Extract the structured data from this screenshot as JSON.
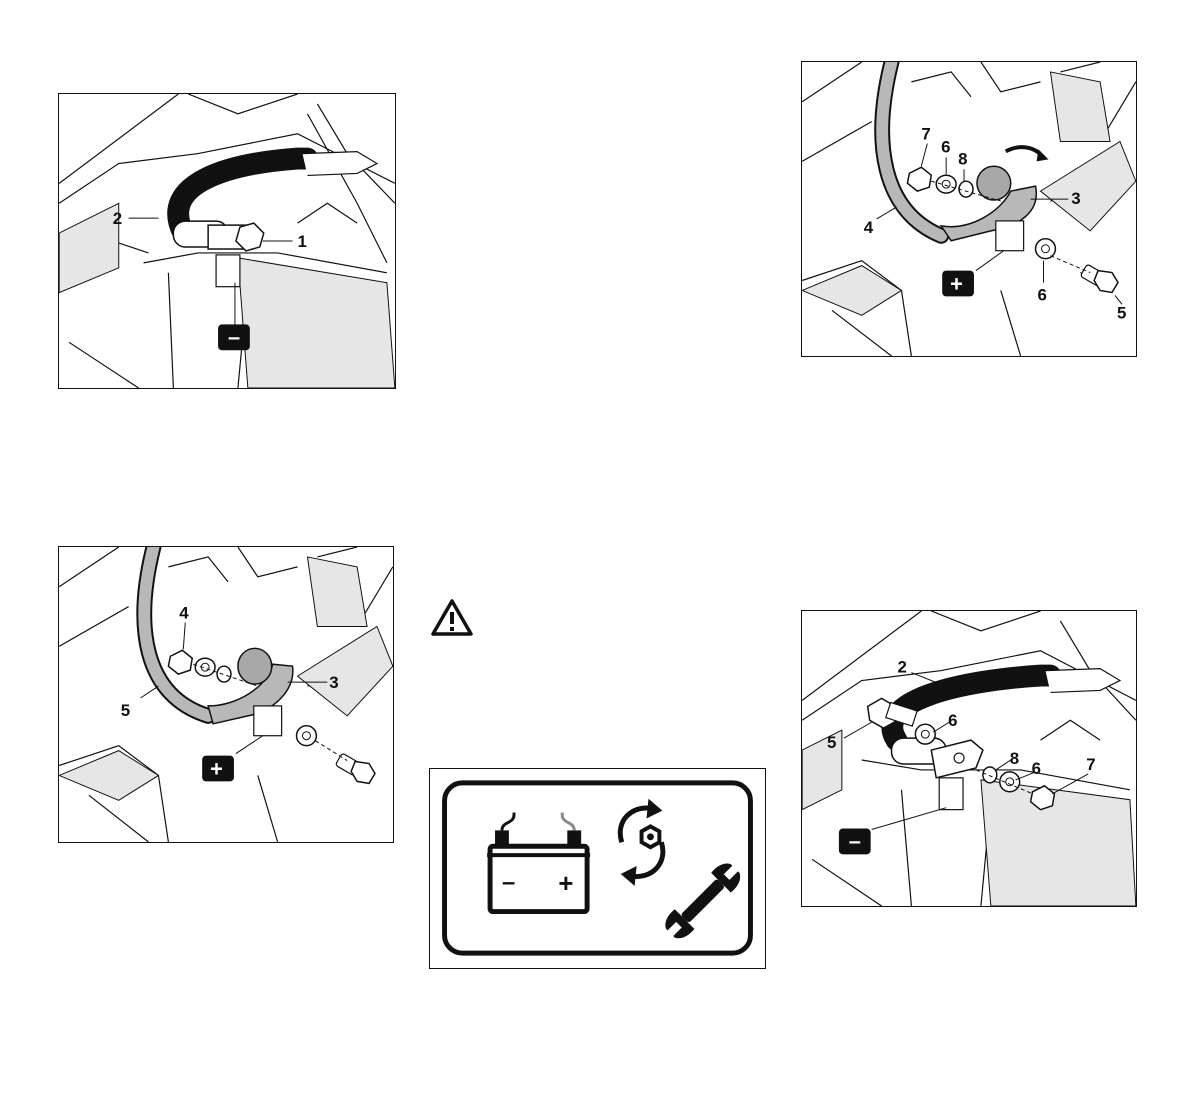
{
  "figures": {
    "fig_top_left": {
      "callouts": [
        "2",
        "1"
      ],
      "polarity": "–"
    },
    "fig_top_right": {
      "callouts": [
        "7",
        "6",
        "8",
        "3",
        "4",
        "6",
        "5"
      ],
      "polarity": "+"
    },
    "fig_bottom_left": {
      "callouts": [
        "4",
        "3",
        "5"
      ],
      "polarity": "+"
    },
    "fig_bottom_right": {
      "callouts": [
        "2",
        "6",
        "5",
        "8",
        "6",
        "7"
      ],
      "polarity": "–"
    }
  },
  "warning_icon": "warning-triangle-icon",
  "sign_panel": {
    "icons": [
      "battery-icon",
      "nut-rotation-icon",
      "wrench-icon"
    ],
    "battery_minus": "–",
    "battery_plus": "+"
  }
}
